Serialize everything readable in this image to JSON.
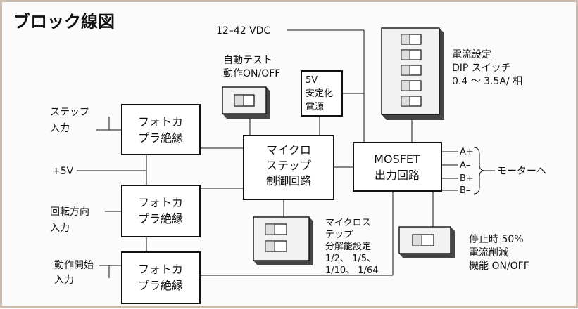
{
  "title": "ブロック線図",
  "power_label": "12–42 VDC",
  "inputs": {
    "step": [
      "ステップ",
      "入力"
    ],
    "plus5": "+5V",
    "direction": [
      "回転方向",
      "入力"
    ],
    "enable": [
      "動作開始",
      "入力"
    ]
  },
  "blocks": {
    "photo1": [
      "フォトカ",
      "プラ絶縁"
    ],
    "photo2": [
      "フォトカ",
      "プラ絶縁"
    ],
    "photo3": [
      "フォトカ",
      "プラ絶縁"
    ],
    "micro": [
      "マイクロ",
      "ステップ",
      "制御回路"
    ],
    "mosfet": [
      "MOSFET",
      "出力回路"
    ],
    "regulator": [
      "5V",
      "安定化",
      "電源"
    ]
  },
  "switch_labels": {
    "auto_test": [
      "自動テスト",
      "動作ON/OFF"
    ],
    "current_dip": [
      "電流設定",
      "DIP スイッチ",
      "0.4 ～ 3.5A/ 相"
    ],
    "microstep": [
      "マイクロス",
      "テップ",
      "分解能設定",
      "1/2、 1/5、",
      "1/10、 1/64"
    ],
    "idle_reduction": [
      "停止時 50%",
      "電流削減",
      "機能 ON/OFF"
    ]
  },
  "outputs": {
    "phases": [
      "A+",
      "A–",
      "B+",
      "B–"
    ],
    "to_motor": "モーターへ"
  },
  "colors": {
    "frame": "#c9bcae",
    "line": "#111111",
    "switch_shadow": "#444444"
  }
}
